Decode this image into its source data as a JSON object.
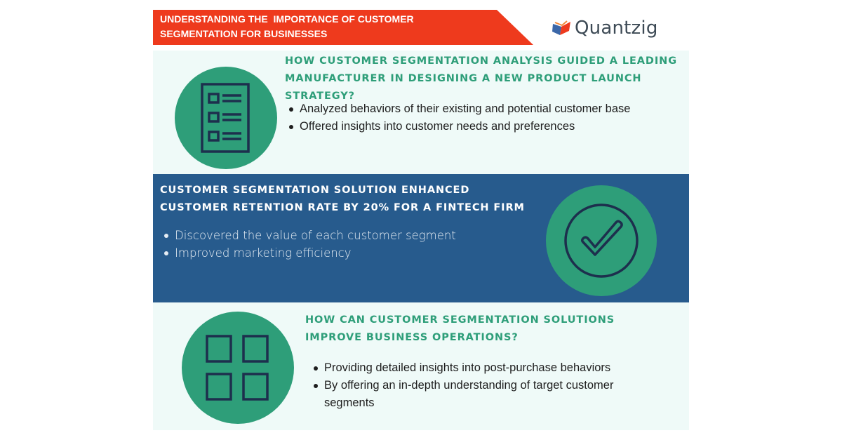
{
  "header": {
    "title": "UNDERSTANDING THE  IMPORTANCE OF CUSTOMER SEGMENTATION FOR BUSINESSES",
    "brand": "Quantzig"
  },
  "sections": [
    {
      "title": "HOW CUSTOMER SEGMENTATION ANALYSIS GUIDED A LEADING MANUFACTURER IN DESIGNING A NEW PRODUCT LAUNCH STRATEGY?",
      "icon": "checklist-document-icon",
      "bullets": [
        "Analyzed behaviors of their existing and potential customer base",
        "Offered insights into customer needs and preferences"
      ]
    },
    {
      "title": "CUSTOMER SEGMENTATION SOLUTION ENHANCED CUSTOMER RETENTION RATE BY 20% FOR A FINTECH FIRM",
      "icon": "checkmark-circle-icon",
      "bullets": [
        "Discovered the value of each customer segment",
        "Improved marketing efficiency"
      ]
    },
    {
      "title": "HOW CAN CUSTOMER SEGMENTATION SOLUTIONS IMPROVE BUSINESS OPERATIONS?",
      "icon": "grid-squares-icon",
      "bullets": [
        "Providing detailed insights into post-purchase behaviors",
        "By offering an in-depth understanding of target customer segments"
      ]
    }
  ],
  "colors": {
    "banner": "#ee3a1d",
    "accent_teal": "#2e9e79",
    "navy_panel": "#275b8d",
    "light_panel": "#effaf8",
    "icon_stroke": "#1d2f4d"
  }
}
